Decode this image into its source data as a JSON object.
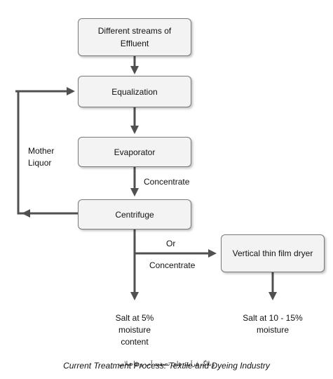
{
  "nodes": {
    "effluent": "Different streams of Effluent",
    "equalization": "Equalization",
    "evaporator": "Evaporator",
    "centrifuge": "Centrifuge",
    "dryer": "Vertical thin film dryer"
  },
  "edge_labels": {
    "mother_liquor": "Mother Liquor",
    "concentrate_1": "Concentrate",
    "or": "Or",
    "concentrate_2": "Concentrate"
  },
  "outputs": {
    "salt_5": "Salt at 5% moisture content",
    "salt_10_15": "Salt at 10 - 15% moisture"
  },
  "caption": "Current Treatment Process: Textile and Dyeing Industry",
  "watermark": "وبلاگ فرآیند های تصفیه آب و فاضلاب",
  "colors": {
    "arrow": "#505050",
    "box_fill": "#f3f3f3",
    "box_border": "#7a7a7a"
  }
}
